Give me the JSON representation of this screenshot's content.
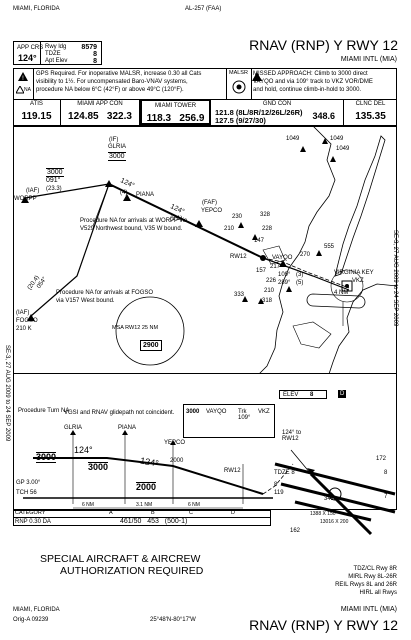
{
  "header": {
    "location": "MIAMI, FLORIDA",
    "procedure_id": "AL-257 (FAA)",
    "title": "RNAV (RNP) Y RWY 12",
    "airport": "MIAMI INTL (MIA)",
    "app_crs_label": "APP CRS",
    "app_crs_value": "124°",
    "rwy_ldg_label": "Rwy ldg",
    "rwy_ldg_value": "8579",
    "tdze_label": "TDZE",
    "tdze_value": "8",
    "apt_elev_label": "Apt Elev",
    "apt_elev_value": "8",
    "na_label": "NA",
    "notes": [
      "GPS Required. For inoperative MALSR, increase 0.30 all Cats",
      "visibility to 1½. For uncompensated Baro-VNAV systems,",
      "procedure NA below 6°C (42°F) or above 49°C (120°F)."
    ],
    "malsr_label": "MALSR",
    "missed_approach": [
      "MISSED APPROACH: Climb to 3000 direct",
      "VAYQO and via 109° track to VKZ VOR/DME",
      "and hold, continue climb-in-hold to 3000."
    ]
  },
  "freqs": [
    {
      "label": "ATIS",
      "value": "119.15"
    },
    {
      "label": "MIAMI APP CON",
      "value": "124.85   322.3"
    },
    {
      "label": "MIAMI TOWER",
      "value": "118.3   256.9"
    },
    {
      "label": "GND CON",
      "value": "121.8 (8L/8R/12/26L/26R)",
      "value2": "127.5 (9/27/30)",
      "value3": "348.6"
    },
    {
      "label": "CLNC DEL",
      "value": "135.35"
    }
  ],
  "plan": {
    "fixes": {
      "glria": "GLRIA",
      "if": "(IF)",
      "glria_alt": "3000",
      "iaf1": "(IAF)",
      "worpp": "WORPP",
      "worpp_alt": "3000",
      "worpp_crs": "091°",
      "worpp_dist": "(23.3)",
      "piana": "PIANA",
      "faf": "(FAF)",
      "yepco": "YEPCO",
      "crs1": "124°",
      "dist1": "(4)",
      "crs2": "124°",
      "dist2": "(3.1)",
      "rw12": "RW12",
      "vayqo": "VAYQO",
      "iaf2": "(IAF)",
      "fogso": "FOGSO",
      "fogso_alt": "210 K",
      "fogso_crs": "054°",
      "fogso_dist": "(20.4)",
      "virginia_key": "VIRGINIA KEY",
      "vkz": "VKZ",
      "hold_crs1": "109°",
      "hold_dist1": "(3)",
      "hold_crs2": "289°",
      "hold_dist2": "(5)",
      "nm": "4 NM",
      "msa": "MSA RW12 25 NM",
      "msa_alt": "2900"
    },
    "note_worpp": [
      "Procedure NA for arrivals at WORPP via",
      "V529 Northwest bound, V35 W bound."
    ],
    "note_fogso": [
      "Procedure NA for arrivals at FOGSO",
      "via V157 West bound."
    ],
    "obstacles": [
      "1049",
      "1049",
      "1049",
      "230",
      "328",
      "210",
      "228",
      "147",
      "555",
      "270",
      "157",
      "217",
      "226",
      "210",
      "318",
      "333"
    ],
    "chart_date_vertical": "SE-3, 27 AUG 2009 to 24 SEP 2009"
  },
  "profile": {
    "elev_label": "ELEV",
    "elev_value": "8",
    "d_label": "D",
    "proc_turn": "Procedure Turn NA",
    "note": "VGSI and RNAV glidepath not coincident.",
    "box_alt": "3000",
    "box_vayqo": "VAYQO",
    "box_trk": "Trk 109°",
    "box_vkz": "VKZ",
    "glria": "GLRIA",
    "piana": "PIANA",
    "yepco": "YEPCO",
    "rw12": "RW12",
    "alt1": "3000",
    "alt2": "3000",
    "alt3": "2000",
    "alt4": "2000",
    "crs1": "124°",
    "crs2": "124°",
    "gp": "GP 3.00°",
    "tch": "TCH 56",
    "dist1": "6 NM",
    "dist2": "3.1 NM",
    "dist3": "6 NM"
  },
  "minima": {
    "headers": [
      "CATEGORY",
      "A",
      "B",
      "C",
      "D"
    ],
    "row_label": "RNP 0.30 DA",
    "row_value": "461/50   453   (500-1)"
  },
  "special": [
    "SPECIAL AIRCRAFT & AIRCREW",
    "AUTHORIZATION REQUIRED"
  ],
  "airport_diagram": {
    "rwy_crs": "124° to RW12",
    "tdze": "TDZE 8",
    "notes": [
      "TDZ/CL Rwy 8R",
      "MIRL Rwy 8L-26R",
      "REIL Rwys 8L and 26R",
      "HIRL all Rwys"
    ],
    "elevs": [
      "8",
      "119",
      "172",
      "8",
      "7",
      "341",
      "162",
      "1388 X 150",
      "13016 X 200"
    ]
  },
  "footer": {
    "location": "MIAMI, FLORIDA",
    "orig": "Orig-A 09239",
    "coords": "25°48'N-80°17'W",
    "airport": "MIAMI INTL (MIA)",
    "title": "RNAV (RNP) Y RWY 12"
  }
}
